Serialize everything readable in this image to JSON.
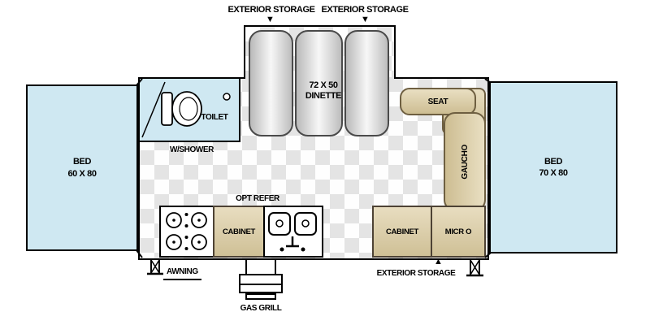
{
  "plan": {
    "top": {
      "storage_left": "EXTERIOR STORAGE",
      "storage_right": "EXTERIOR STORAGE",
      "arrow": "▼"
    },
    "dinette": {
      "size": "72 X 50",
      "name": "DINETTE"
    },
    "bathroom": {
      "toilet": "TOILET",
      "shower": "W/SHOWER"
    },
    "beds": {
      "left": {
        "line1": "BED",
        "line2": "60 X 80"
      },
      "right": {
        "line1": "BED",
        "line2": "70 X 80"
      }
    },
    "lounge": {
      "seat": "SEAT",
      "gaucho": "GAUCHO"
    },
    "kitchen": {
      "opt_refer": "OPT REFER",
      "cabinet": "CABINET"
    },
    "right_units": {
      "cabinet": "CABINET",
      "micro": "MICR O"
    },
    "bottom": {
      "awning": "AWNING",
      "gas_grill": "GAS GRILL",
      "storage": "EXTERIOR STORAGE",
      "arrow": "▲"
    },
    "colors": {
      "bed_fill": "#cfe8f2",
      "furniture_fill": "#d8c99e",
      "furniture_border": "#6e5f41",
      "outline": "#000000",
      "floor_pattern": "#e4e4e4"
    }
  }
}
